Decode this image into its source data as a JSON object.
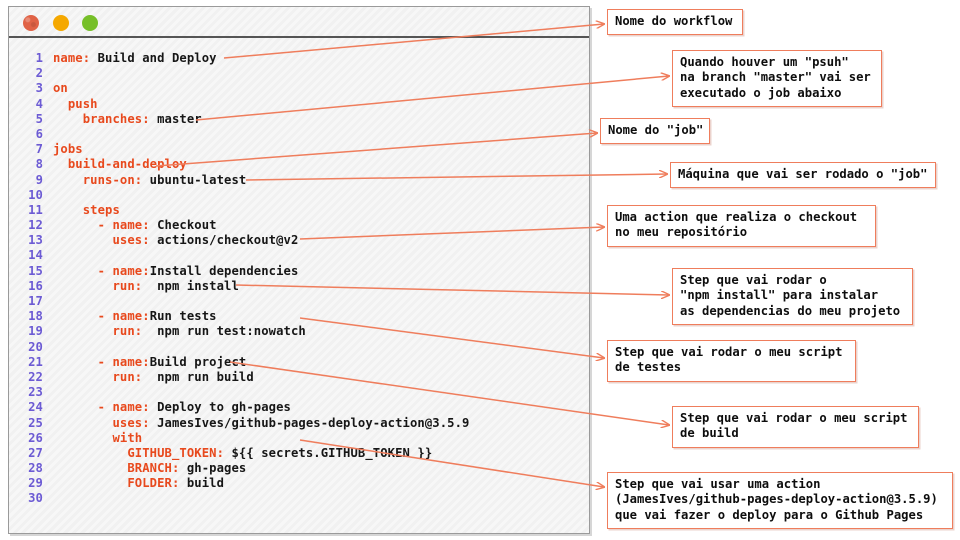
{
  "window": {
    "buttons": [
      {
        "name": "close",
        "color": "#e06245"
      },
      {
        "name": "minimize",
        "color": "#f5a800"
      },
      {
        "name": "maximize",
        "color": "#76bf28"
      }
    ]
  },
  "editor": {
    "language": "yaml",
    "filename_shown": false,
    "line_number_color": "#6c5bd4",
    "key_color": "#e8491d",
    "value_color": "#161616",
    "lines": [
      {
        "n": "1",
        "indent": 0,
        "key": "name:",
        "value": " Build and Deploy"
      },
      {
        "n": "2",
        "indent": 0,
        "key": "",
        "value": ""
      },
      {
        "n": "3",
        "indent": 0,
        "key": "on",
        "value": ""
      },
      {
        "n": "4",
        "indent": 1,
        "key": "push",
        "value": ""
      },
      {
        "n": "5",
        "indent": 2,
        "key": "branches:",
        "value": " master"
      },
      {
        "n": "6",
        "indent": 0,
        "key": "",
        "value": ""
      },
      {
        "n": "7",
        "indent": 0,
        "key": "jobs",
        "value": ""
      },
      {
        "n": "8",
        "indent": 1,
        "key": "build-and-deploy",
        "value": ""
      },
      {
        "n": "9",
        "indent": 2,
        "key": "runs-on:",
        "value": " ubuntu-latest"
      },
      {
        "n": "10",
        "indent": 0,
        "key": "",
        "value": ""
      },
      {
        "n": "11",
        "indent": 2,
        "key": "steps",
        "value": ""
      },
      {
        "n": "12",
        "indent": 3,
        "dash": "- ",
        "key": "name:",
        "value": " Checkout"
      },
      {
        "n": "13",
        "indent": 4,
        "key": "uses:",
        "value": " actions/checkout@v2"
      },
      {
        "n": "14",
        "indent": 0,
        "key": "",
        "value": ""
      },
      {
        "n": "15",
        "indent": 3,
        "dash": "- ",
        "key": "name:",
        "value": "Install dependencies"
      },
      {
        "n": "16",
        "indent": 4,
        "key": "run:",
        "value": "  npm install"
      },
      {
        "n": "17",
        "indent": 0,
        "key": "",
        "value": ""
      },
      {
        "n": "18",
        "indent": 3,
        "dash": "- ",
        "key": "name:",
        "value": "Run tests"
      },
      {
        "n": "19",
        "indent": 4,
        "key": "run:",
        "value": "  npm run test:nowatch"
      },
      {
        "n": "20",
        "indent": 0,
        "key": "",
        "value": ""
      },
      {
        "n": "21",
        "indent": 3,
        "dash": "- ",
        "key": "name:",
        "value": "Build project"
      },
      {
        "n": "22",
        "indent": 4,
        "key": "run:",
        "value": "  npm run build"
      },
      {
        "n": "23",
        "indent": 0,
        "key": "",
        "value": ""
      },
      {
        "n": "24",
        "indent": 3,
        "dash": "- ",
        "key": "name:",
        "value": " Deploy to gh-pages"
      },
      {
        "n": "25",
        "indent": 4,
        "key": "uses:",
        "value": " JamesIves/github-pages-deploy-action@3.5.9"
      },
      {
        "n": "26",
        "indent": 4,
        "key": "with",
        "value": ""
      },
      {
        "n": "27",
        "indent": 5,
        "key": "GITHUB_TOKEN:",
        "value": " ${{ secrets.GITHUB_TOKEN }}"
      },
      {
        "n": "28",
        "indent": 5,
        "key": "BRANCH:",
        "value": " gh-pages"
      },
      {
        "n": "29",
        "indent": 5,
        "key": "FOLDER:",
        "value": " build"
      },
      {
        "n": "30",
        "indent": 0,
        "key": "",
        "value": ""
      }
    ]
  },
  "annotations": {
    "border_color": "#ef7d5c",
    "arrow_color": "#ef7d5c",
    "items": [
      {
        "id": "workflow-name",
        "text": "Nome do workflow"
      },
      {
        "id": "push-trigger",
        "text": "Quando houver um \"psuh\"\nna branch \"master\" vai ser\nexecutado o job abaixo"
      },
      {
        "id": "job-name",
        "text": "Nome do \"job\""
      },
      {
        "id": "runner-machine",
        "text": "Máquina que vai ser rodado o \"job\""
      },
      {
        "id": "checkout-action",
        "text": "Uma action que realiza o checkout\nno meu repositório"
      },
      {
        "id": "npm-install",
        "text": "Step que vai rodar o\n\"npm install\" para instalar\nas dependencias do meu projeto"
      },
      {
        "id": "test-script",
        "text": "Step que vai rodar o meu script\nde testes"
      },
      {
        "id": "build-script",
        "text": "Step que vai rodar o meu script\nde build"
      },
      {
        "id": "deploy-action",
        "text": "Step que vai usar uma action\n(JamesIves/github-pages-deploy-action@3.5.9)\nque vai fazer o deploy para o Github Pages"
      }
    ]
  }
}
